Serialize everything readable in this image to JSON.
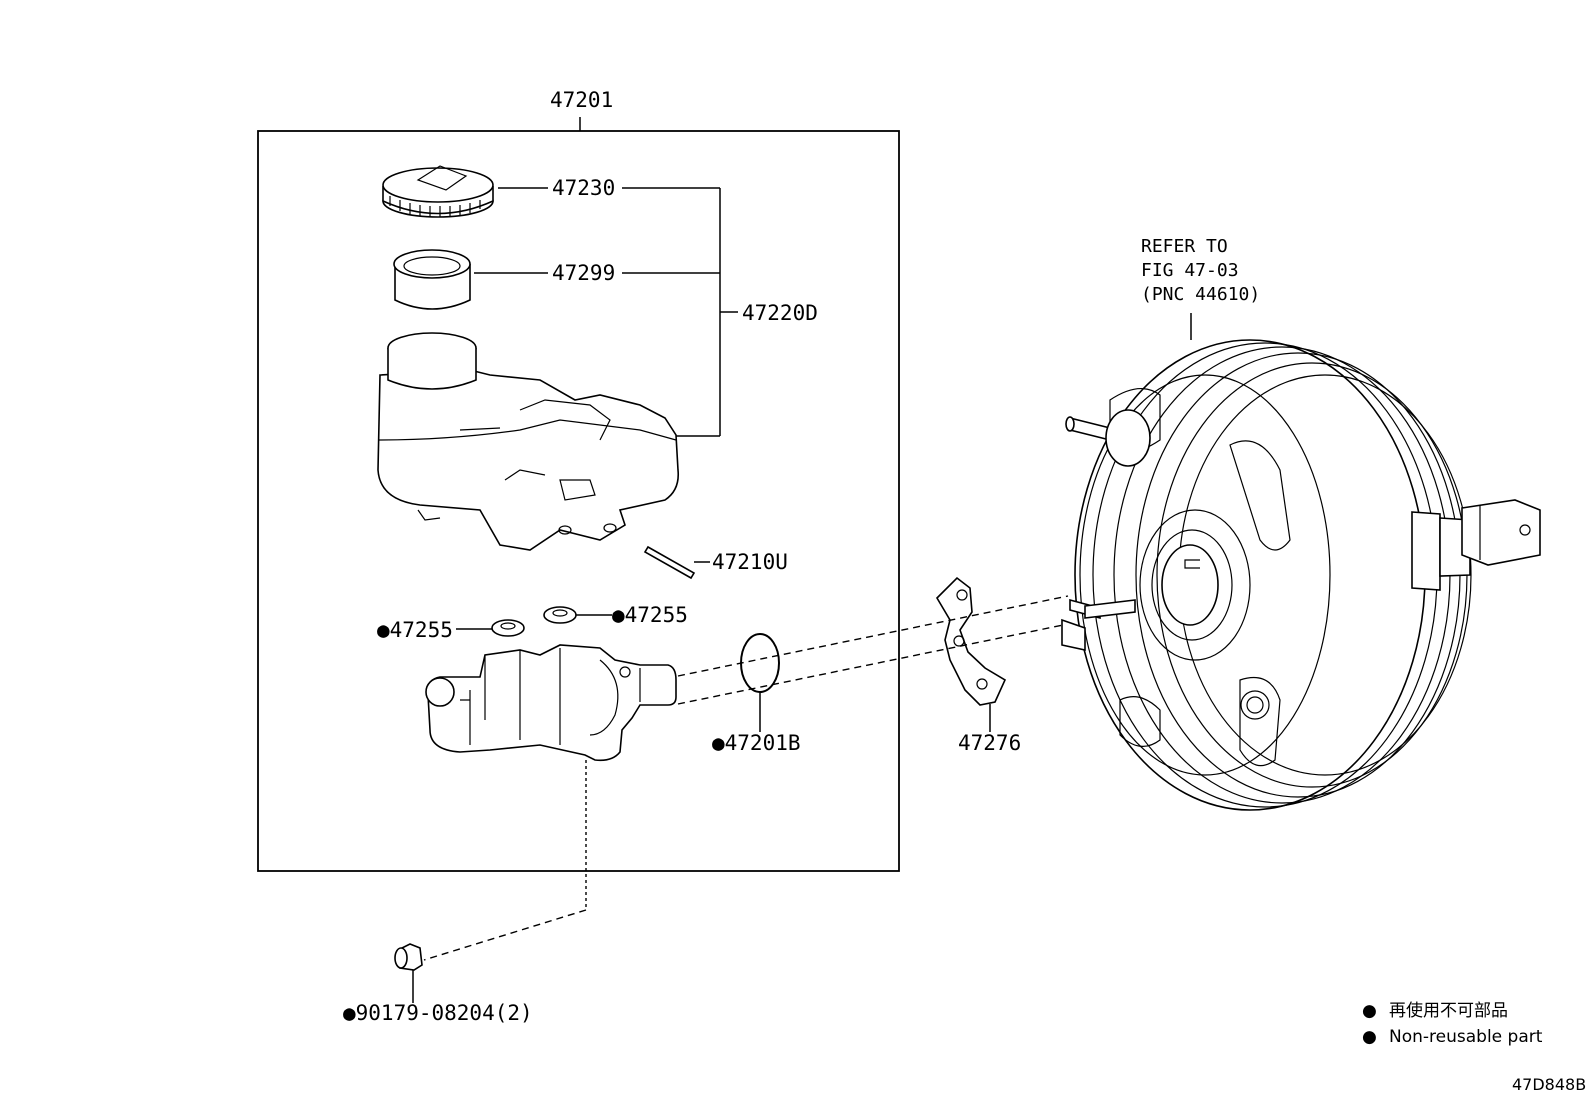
{
  "assembly": {
    "number": "47201"
  },
  "parts": {
    "cap": "47230",
    "strainer": "47299",
    "reservoir_sub_assy": "47220D",
    "pin": "47210U",
    "grommet_left": "●47255",
    "grommet_right": "●47255",
    "o_ring": "●47201B",
    "plate": "47276",
    "plug": "●90179-08204(2)"
  },
  "reference_note": {
    "line1": "REFER TO",
    "line2": "FIG 47-03",
    "line3": "(PNC 44610)"
  },
  "legend": {
    "marker": "●",
    "japanese": "再使用不可部品",
    "english": "Non-reusable part"
  },
  "diagram_code": "47D848B",
  "icons": {
    "reservoir_cap": "reservoir-cap-icon",
    "strainer": "strainer-icon",
    "reservoir": "reservoir-tank-icon",
    "pin": "pin-icon",
    "grommet": "grommet-icon",
    "master_cylinder": "master-cylinder-icon",
    "o_ring": "o-ring-icon",
    "plate": "gasket-plate-icon",
    "booster": "brake-booster-icon",
    "plug": "plug-icon"
  }
}
